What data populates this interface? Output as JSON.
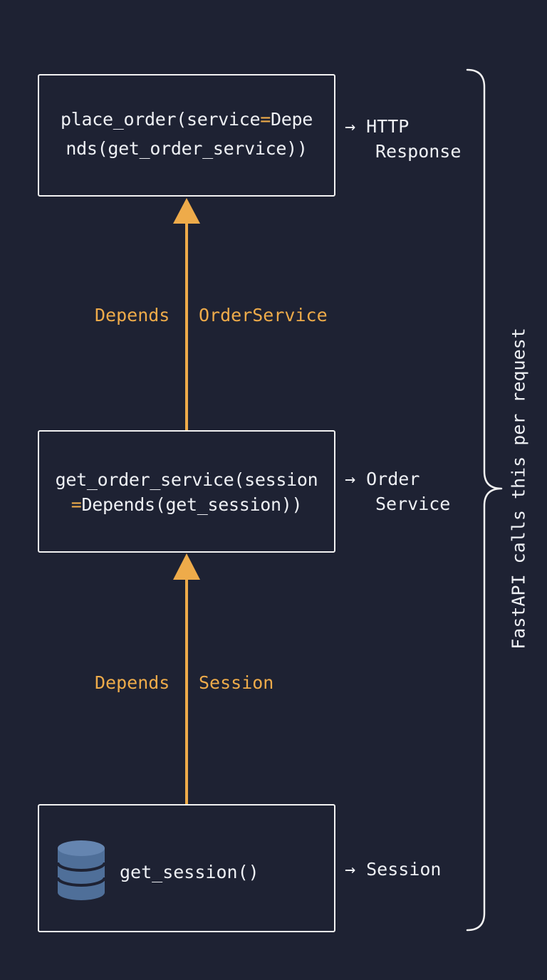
{
  "colors": {
    "background": "#1e2233",
    "box_border": "#f2f2f2",
    "accent": "#eeab4a",
    "database_icon": "#4f6f99"
  },
  "nodes": [
    {
      "line1_a": "place_order(service",
      "line1_eq": "=",
      "line1_b": "Depe",
      "line2": "nds(get_order_service))",
      "output_arrow": "→",
      "output_line1": "HTTP",
      "output_line2": "Response"
    },
    {
      "line1": "get_order_service(session",
      "line2_eq": "=",
      "line2_b": "Depends(get_session))",
      "output_arrow": "→",
      "output_line1": "Order",
      "output_line2": "Service"
    },
    {
      "icon": "database-icon",
      "label": "get_session()",
      "output_arrow": "→",
      "output": "Session"
    }
  ],
  "edges": [
    {
      "left_label": "Depends",
      "right_label": "OrderService"
    },
    {
      "left_label": "Depends",
      "right_label": "Session"
    }
  ],
  "brace_label": "FastAPI calls this per request"
}
